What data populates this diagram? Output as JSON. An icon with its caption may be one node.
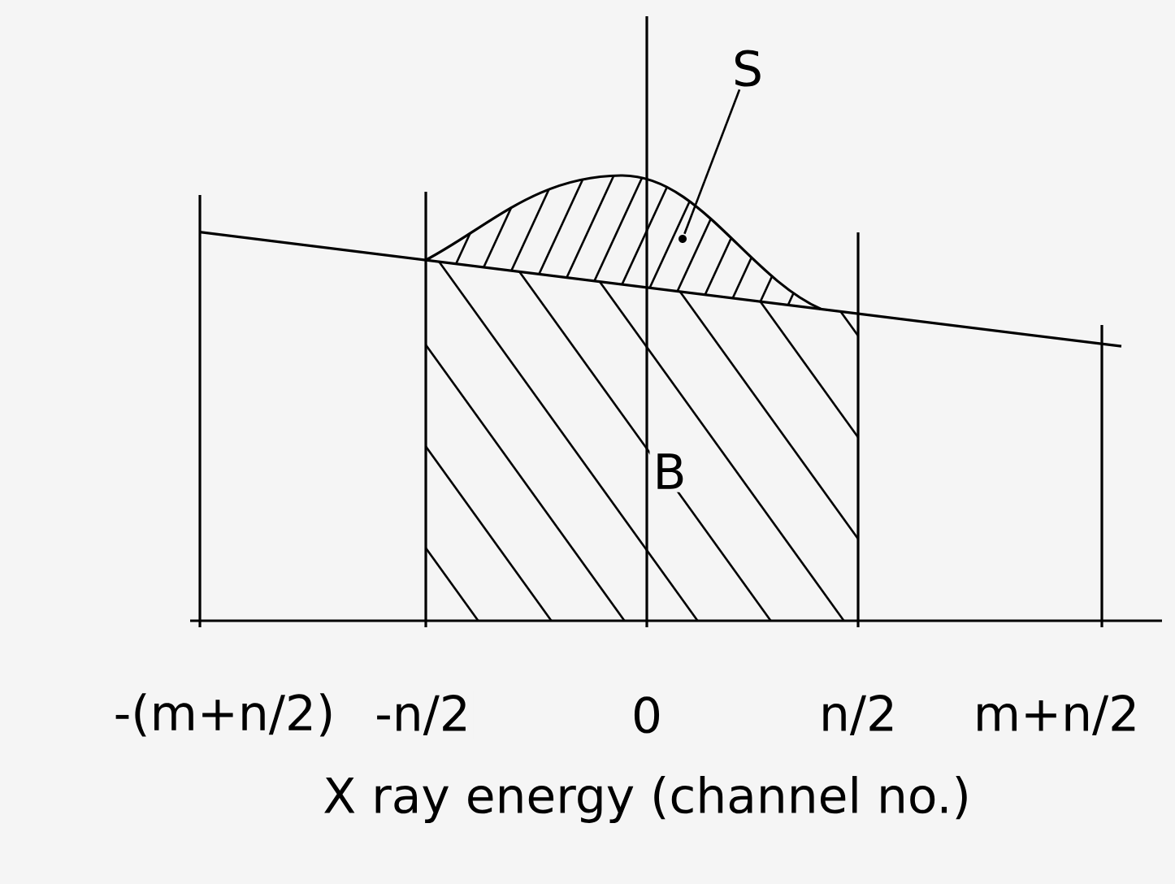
{
  "diagram": {
    "nodes": [
      {
        "text": [
          "S"
        ]
      },
      {
        "text": [],
        "shape": "circle"
      }
    ],
    "edges": [
      {
        "from": 0,
        "to": 1,
        "arrow": "none"
      }
    ],
    "labels": [
      "B",
      "-(m+n/2)",
      "-n/2",
      "0",
      "n/2",
      "m+n/2",
      "X ray energy (channel no.)"
    ]
  }
}
